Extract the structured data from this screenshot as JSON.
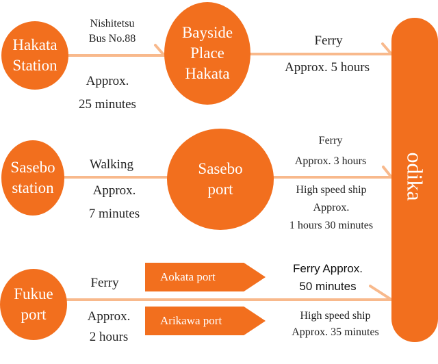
{
  "destination": {
    "label": "odika"
  },
  "nodes": {
    "hakata_station": [
      "Hakata",
      "Station"
    ],
    "bayside_place": [
      "Bayside",
      "Place",
      "Hakata"
    ],
    "sasebo_station": [
      "Sasebo",
      "station"
    ],
    "sasebo_port": [
      "Sasebo",
      "port"
    ],
    "fukue_port": [
      "Fukue",
      "port"
    ]
  },
  "routes": {
    "hakata_bus": {
      "line1": "Nishitetsu",
      "line2": "Bus No.88",
      "time1": "Approx.",
      "time2": "25 minutes"
    },
    "hakata_ferry": {
      "mode": "Ferry",
      "time": "Approx. 5 hours"
    },
    "sasebo_walk": {
      "mode": "Walking",
      "time1": "Approx.",
      "time2": "7 minutes"
    },
    "sasebo_ferry": {
      "mode": "Ferry",
      "time": "Approx. 3 hours"
    },
    "sasebo_highspeed": {
      "line1": "High speed ship",
      "line2": "Approx.",
      "line3": "1 hours 30 minutes"
    },
    "fukue_ferry": {
      "mode": "Ferry",
      "time1": "Approx.",
      "time2": "2 hours"
    },
    "aokata": {
      "port": "Aokata port",
      "line1": "Ferry Approx.",
      "line2": "50 minutes"
    },
    "arikawa": {
      "port": "Arikawa port",
      "line1": "High speed ship",
      "line2": "Approx. 35 minutes"
    }
  },
  "colors": {
    "accent": "#f26f1e",
    "connector": "#f8b98c"
  }
}
